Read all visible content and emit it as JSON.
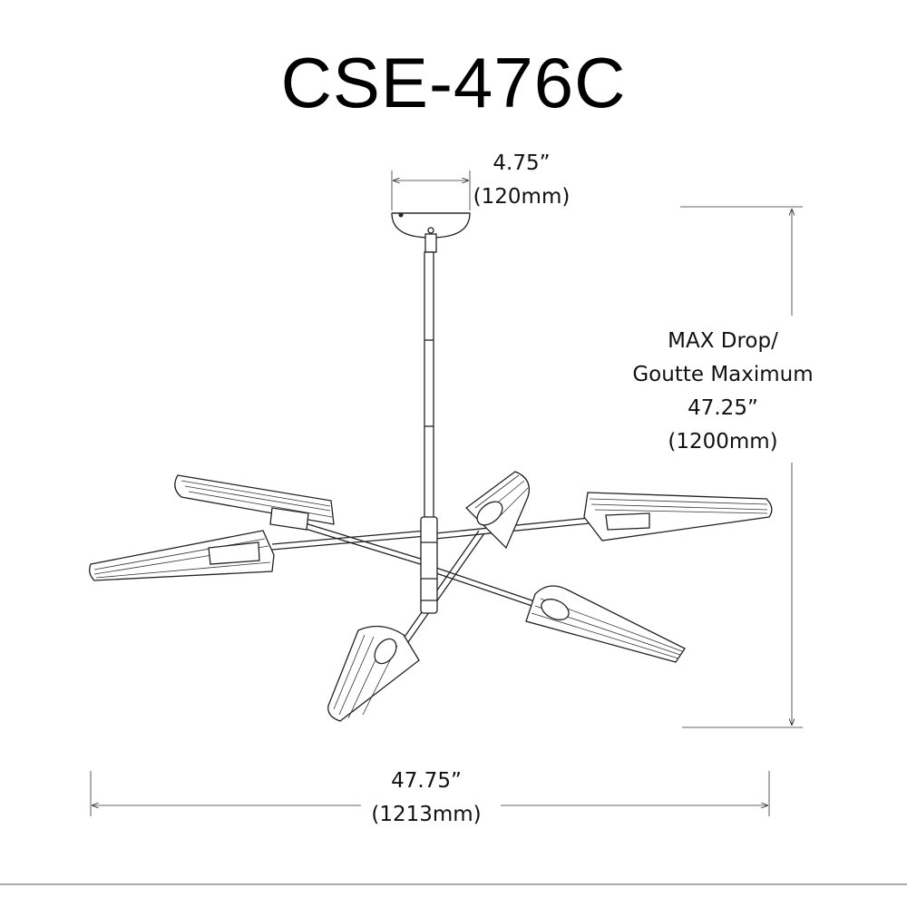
{
  "title": "CSE-476C",
  "canopy_dimension": {
    "inches": "4.75”",
    "mm": "(120mm)"
  },
  "drop_dimension": {
    "label_en": "MAX Drop/",
    "label_fr": "Goutte Maximum",
    "inches": "47.25”",
    "mm": "(1200mm)"
  },
  "width_dimension": {
    "inches": "47.75”",
    "mm": "(1213mm)"
  }
}
